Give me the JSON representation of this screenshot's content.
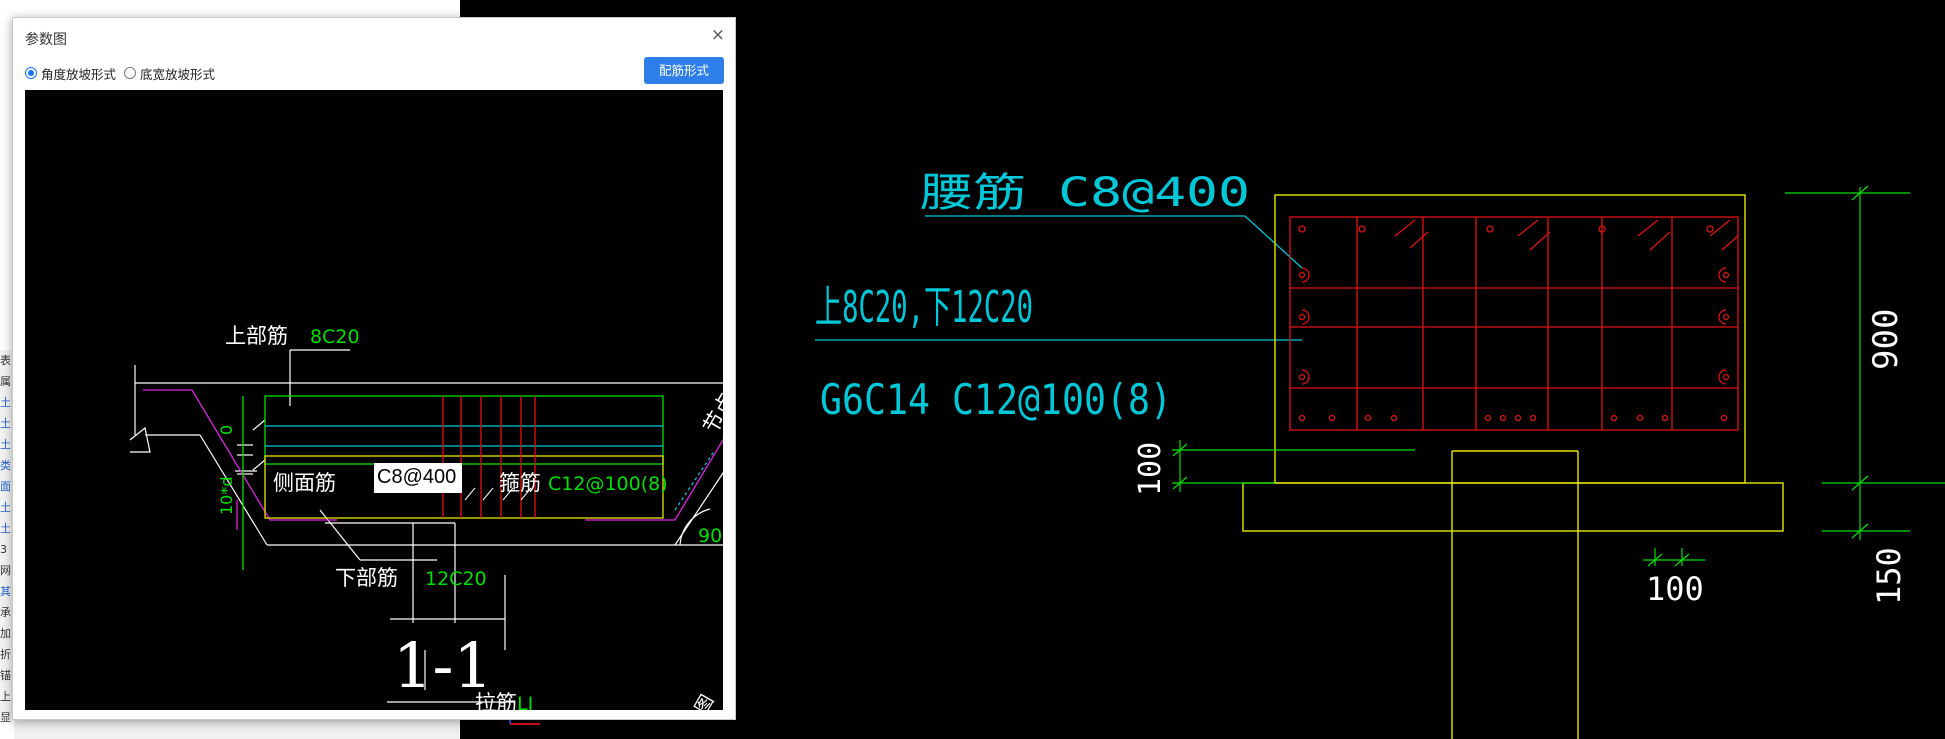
{
  "dialog": {
    "title": "参数图",
    "close_glyph": "×",
    "options": [
      {
        "label": "角度放坡形式",
        "selected": true
      },
      {
        "label": "底宽放坡形式",
        "selected": false
      }
    ],
    "rebar_button": "配筋形式"
  },
  "preview": {
    "top_label": "上部筋",
    "top_value": "8C20",
    "side_label": "侧面筋",
    "side_value": "C8@400",
    "stirrup_label": "箍筋",
    "stirrup_value": "C12@100(8)",
    "bottom_label": "下部筋",
    "bottom_value": "12C20",
    "tie_label": "拉筋",
    "tie_value": "LJ",
    "dim_zero": "0",
    "dim_10d": "10*d",
    "angle": "90",
    "section": "1-1",
    "node_text": "节点",
    "corner_text": "图"
  },
  "cad": {
    "waist_label": "腰筋 C8@400",
    "top_bottom": "上8C20,下12C20",
    "stirrup_spec": "G6C14 C12@100(8)",
    "dim_900": "900",
    "dim_100_left": "100",
    "dim_100_bottom": "100",
    "dim_150": "150"
  },
  "side_panel": [
    "表",
    "属",
    "土",
    "土",
    "土",
    "类",
    "面",
    "土",
    "土",
    "3",
    "网",
    "其",
    "承",
    "加",
    "折",
    "锚",
    "上部",
    "显示"
  ],
  "colors": {
    "cyan": "#00c8d8",
    "green": "#00e000",
    "yellow": "#e6e600",
    "red": "#e01010",
    "magenta": "#e020e0",
    "accent": "#2d7ee8"
  }
}
